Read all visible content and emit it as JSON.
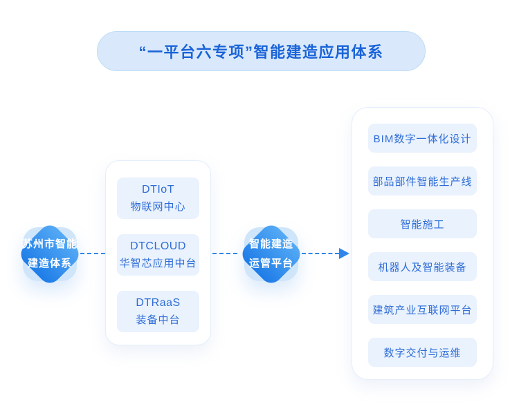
{
  "title": "“一平台六专项”智能建造应用体系",
  "left_node": {
    "line1": "苏州市智能",
    "line2": "建造体系"
  },
  "middle_node": {
    "line1": "智能建造",
    "line2": "运管平台"
  },
  "platform_group": {
    "items": [
      {
        "en": "DTIoT",
        "zh": "物联网中心"
      },
      {
        "en": "DTCLOUD",
        "zh": "华智芯应用中台"
      },
      {
        "en": "DTRaaS",
        "zh": "装备中台"
      }
    ]
  },
  "application_group": {
    "items": [
      "BIM数字一体化设计",
      "部品部件智能生产线",
      "智能施工",
      "机器人及智能装备",
      "建筑产业互联网平台",
      "数字交付与运维"
    ]
  },
  "colors": {
    "accent": "#1a63d8",
    "box-text": "#2e6cd6",
    "box-bg": "#e9f2fd",
    "banner-bg": "#d9e9fb",
    "dash": "#2e86e8",
    "diamond-top": "#55aaf5",
    "diamond-bottom": "#1e7ce7"
  }
}
